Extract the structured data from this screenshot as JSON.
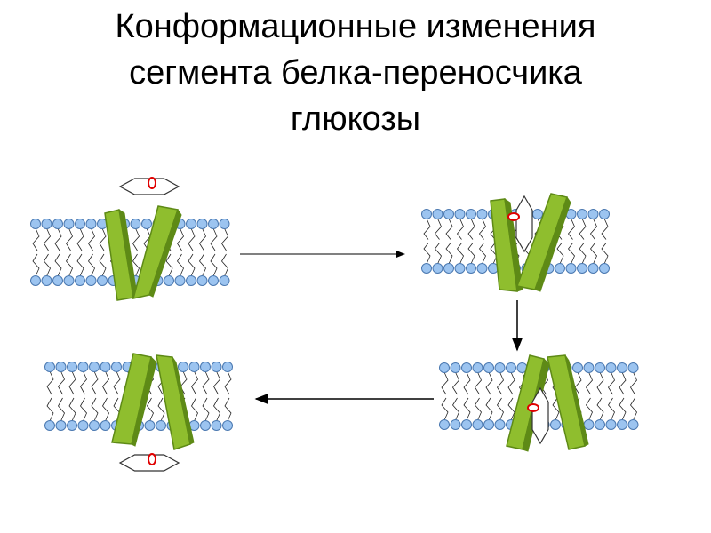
{
  "title": {
    "lines": [
      "Конформационные изменения",
      "сегмента белка-переносчика",
      "глюкозы"
    ]
  },
  "colors": {
    "lipid_head": "#9cc4f0",
    "lipid_head_stroke": "#4a78b0",
    "protein_light": "#8fbe2e",
    "protein_dark": "#5e8a16",
    "glucose_marker": "#e00000",
    "arrow": "#000000"
  },
  "diagram": {
    "stages": [
      {
        "id": "stage-1",
        "glucose": "above-membrane",
        "channel": "open-outside"
      },
      {
        "id": "stage-2",
        "glucose": "inside-channel",
        "channel": "open-outside"
      },
      {
        "id": "stage-3",
        "glucose": "inside-channel",
        "channel": "open-inside"
      },
      {
        "id": "stage-4",
        "glucose": "below-membrane",
        "channel": "open-inside"
      }
    ],
    "transitions": [
      "stage-1→stage-2",
      "stage-2→stage-3",
      "stage-3→stage-4"
    ]
  }
}
